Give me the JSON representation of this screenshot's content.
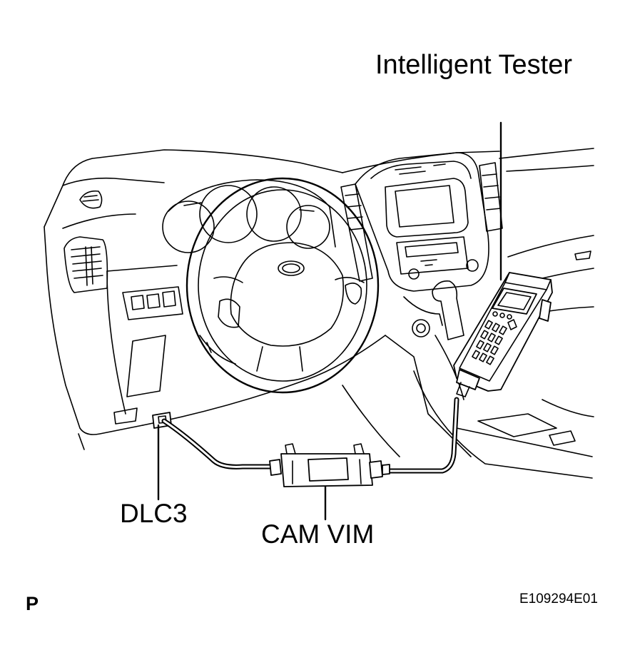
{
  "labels": {
    "tester": "Intelligent Tester",
    "dlc3": "DLC3",
    "cam_vim": "CAM VIM",
    "page_marker": "P",
    "figure_code": "E109294E01"
  },
  "colors": {
    "ink": "#000000",
    "background": "#ffffff"
  }
}
